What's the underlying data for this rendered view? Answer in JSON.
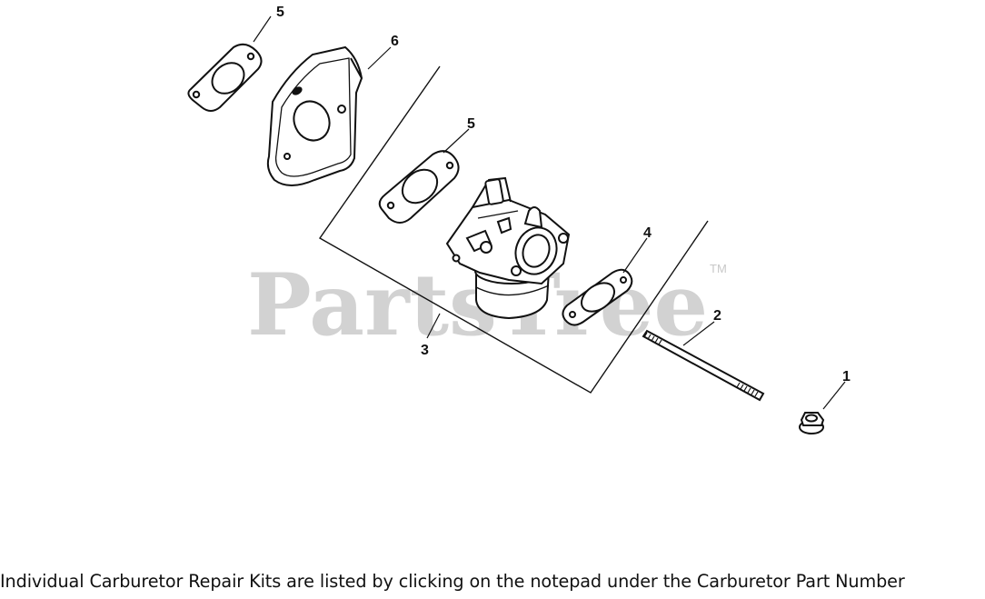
{
  "watermark": {
    "text": "PartsTree",
    "trademark": "TM",
    "color": "#d2d2d2"
  },
  "callouts": {
    "c1": "1",
    "c2": "2",
    "c3": "3",
    "c4": "4",
    "c5a": "5",
    "c5b": "5",
    "c6": "6"
  },
  "footer_note": "Individual Carburetor Repair Kits are listed by clicking on the notepad under the Carburetor Part Number",
  "colors": {
    "line": "#111111",
    "background": "#ffffff"
  }
}
